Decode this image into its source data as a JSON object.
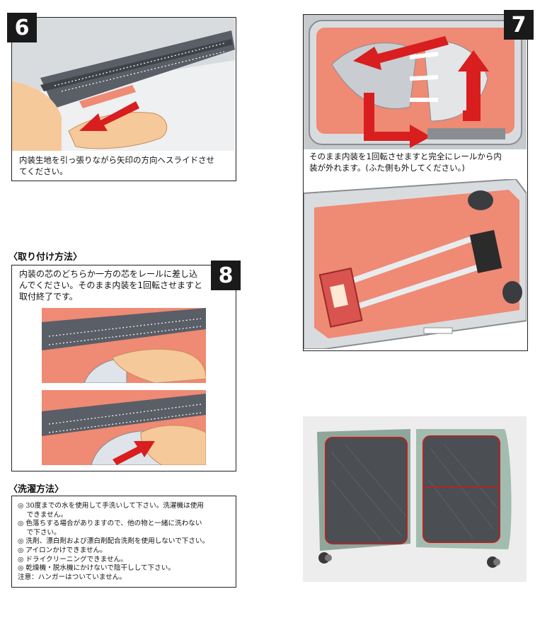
{
  "step6": {
    "badge": "6",
    "caption_line1": "内装生地を引っ張りながら矢印の方向へスライドさせ",
    "caption_line2": "てください。"
  },
  "step7": {
    "badge": "7",
    "caption_line1": "そのまま内装を1回転させますと完全にレールから内",
    "caption_line2": "装が外れます。(ふた側も外してください。)"
  },
  "install": {
    "heading": "〈取り付け方法〉",
    "badge": "8",
    "text_line1": "内装の芯のどちらか一方の芯をレールに差し込",
    "text_line2": "んでください。そのまま内装を1回転させますと",
    "text_line3": "取付終了です。"
  },
  "washing": {
    "heading": "〈洗濯方法〉",
    "lines": [
      "◎ 30度までの水を使用して手洗いして下さい。洗濯機は使用",
      "　 できません。",
      "◎ 色落ちする場合がありますので、他の物と一緒に洗わない",
      "　 で下さい。",
      "◎ 洗剤、漂白剤および漂白剤配合洗剤を使用しないで下さい。",
      "◎ アイロンかけできません。",
      "◎ ドライクリーニングできません。",
      "◎ 乾燥機・脱水機にかけないで陰干しして下さい。",
      "注意：ハンガーはついていません。"
    ]
  },
  "colors": {
    "arrow": "#d81e1e",
    "lining": "#ef8a74",
    "rail": "#5a5e66",
    "skin": "#f6c99a"
  }
}
